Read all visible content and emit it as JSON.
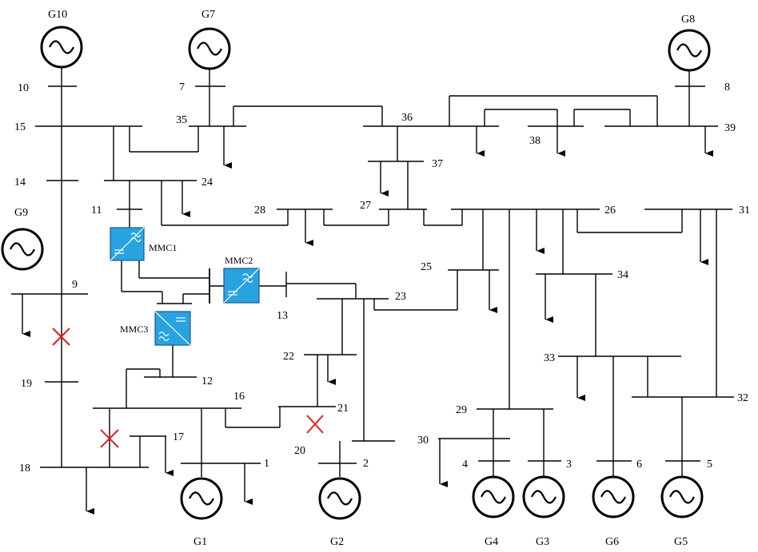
{
  "colors": {
    "mmc_fill": "#29a3e0",
    "fault_mark": "#e02020",
    "line": "#000000"
  },
  "generators": [
    {
      "id": "g10",
      "label": "G10"
    },
    {
      "id": "g7",
      "label": "G7"
    },
    {
      "id": "g8",
      "label": "G8"
    },
    {
      "id": "g9",
      "label": "G9"
    },
    {
      "id": "g1",
      "label": "G1"
    },
    {
      "id": "g2",
      "label": "G2"
    },
    {
      "id": "g4",
      "label": "G4"
    },
    {
      "id": "g3",
      "label": "G3"
    },
    {
      "id": "g6",
      "label": "G6"
    },
    {
      "id": "g5",
      "label": "G5"
    }
  ],
  "buses": [
    "10",
    "7",
    "8",
    "15",
    "35",
    "36",
    "39",
    "38",
    "37",
    "14",
    "24",
    "11",
    "28",
    "27",
    "26",
    "31",
    "9",
    "25",
    "34",
    "13",
    "23",
    "22",
    "33",
    "19",
    "12",
    "16",
    "21",
    "32",
    "29",
    "17",
    "30",
    "20",
    "18",
    "1",
    "2",
    "4",
    "3",
    "6",
    "5"
  ],
  "converters": [
    {
      "id": "mmc1",
      "label": "MMC1"
    },
    {
      "id": "mmc2",
      "label": "MMC2"
    },
    {
      "id": "mmc3",
      "label": "MMC3"
    }
  ],
  "fault_icon": "x-mark",
  "load_icon": "arrow-down",
  "generator_icon": "sine-wave"
}
